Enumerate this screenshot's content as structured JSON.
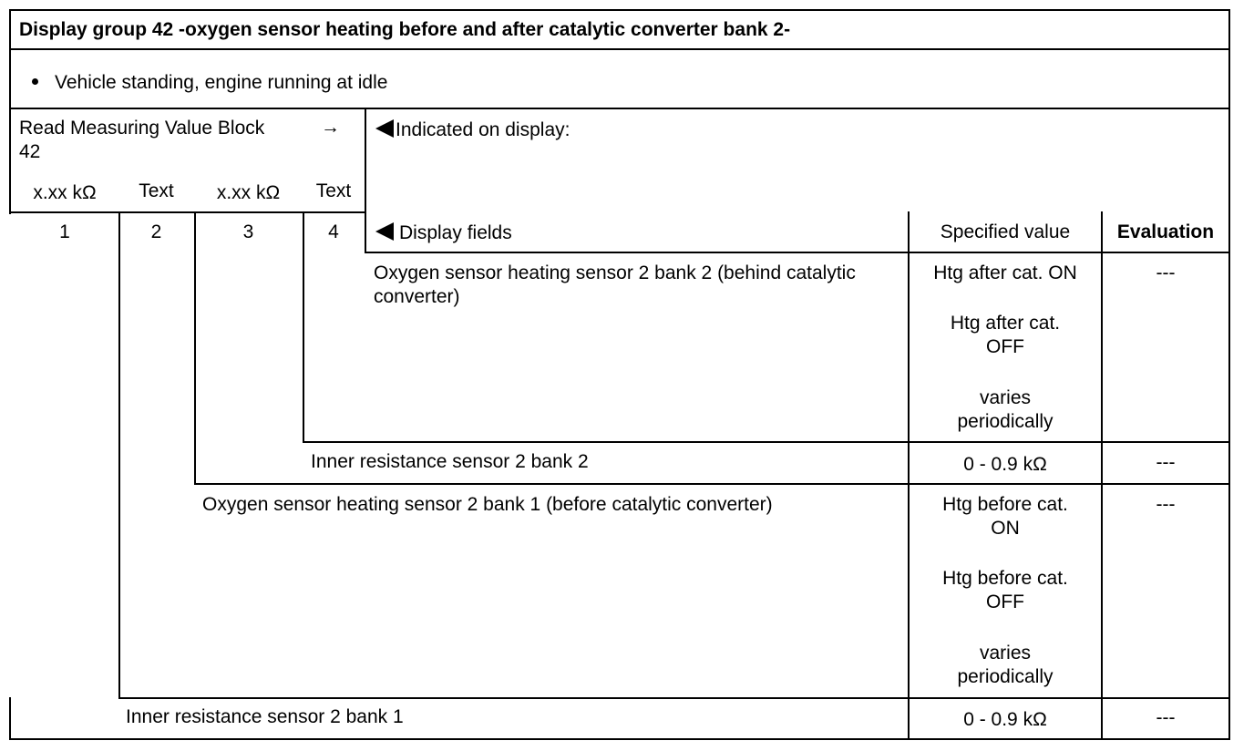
{
  "title": "Display group 42 -oxygen sensor heating before and after catalytic converter bank 2-",
  "condition": "Vehicle standing, engine running at idle",
  "read_label": "Read Measuring Value Block 42",
  "arrow_glyph": "→",
  "indicated_label": "Indicated on display:",
  "field_formats": [
    "x.xx kΩ",
    "Text",
    "x.xx kΩ",
    "Text"
  ],
  "field_numbers": [
    "1",
    "2",
    "3",
    "4"
  ],
  "headers": {
    "display_fields": "Display fields",
    "specified_value": "Specified value",
    "evaluation": "Evaluation"
  },
  "rows": [
    {
      "field": "Oxygen sensor heating sensor 2 bank 2 (behind catalytic converter)",
      "specified": [
        "Htg after cat. ON",
        "Htg after cat. OFF",
        "varies periodically"
      ],
      "evaluation": "---"
    },
    {
      "field": "Inner resistance sensor 2 bank 2",
      "specified": [
        "0 - 0.9 kΩ"
      ],
      "evaluation": "---"
    },
    {
      "field": "Oxygen sensor heating sensor 2 bank 1 (before catalytic converter)",
      "specified": [
        "Htg before cat. ON",
        "Htg before cat. OFF",
        "varies periodically"
      ],
      "evaluation": "---"
    },
    {
      "field": "Inner resistance sensor 2 bank 1",
      "specified": [
        "0 - 0.9 kΩ"
      ],
      "evaluation": "---"
    }
  ]
}
